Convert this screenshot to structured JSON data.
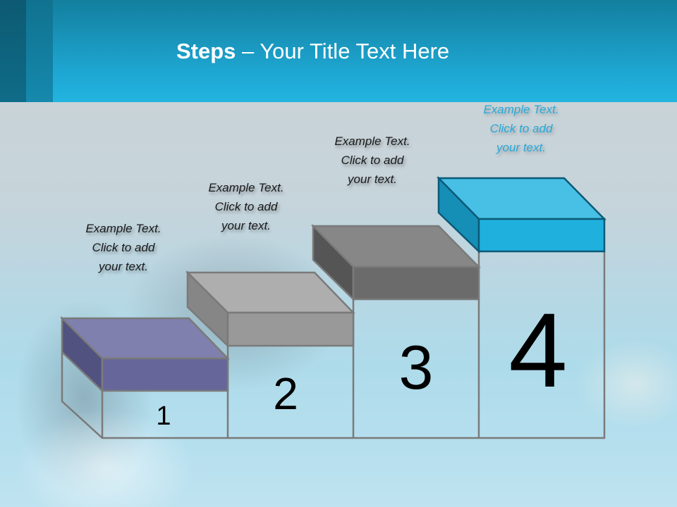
{
  "slide": {
    "title_bold": "Steps",
    "title_rest": " – Your Title Text Here"
  },
  "steps": [
    {
      "number": "1",
      "text_line1": "Example Text.",
      "text_line2": "Click  to add",
      "text_line3": "your text.",
      "color_top": "#8080ae",
      "color_front": "#66669a",
      "color_side": "#525280",
      "text_color": "#1a1a1a"
    },
    {
      "number": "2",
      "text_line1": "Example Text.",
      "text_line2": "Click  to add",
      "text_line3": "your text.",
      "color_top": "#aeaeae",
      "color_front": "#999999",
      "color_side": "#868686",
      "text_color": "#1a1a1a"
    },
    {
      "number": "3",
      "text_line1": "Example Text.",
      "text_line2": "Click  to add",
      "text_line3": "your text.",
      "color_top": "#878787",
      "color_front": "#6b6b6b",
      "color_side": "#555555",
      "text_color": "#1a1a1a"
    },
    {
      "number": "4",
      "text_line1": "Example Text.",
      "text_line2": "Click  to add",
      "text_line3": "your text.",
      "color_top": "#48c0e6",
      "color_front": "#1fb0de",
      "color_side": "#168fb7",
      "text_color": "#2aa9d8"
    }
  ],
  "colors": {
    "header_top": "#137f9e",
    "header_bottom": "#22b4e0",
    "outline_gray": "#7a7a7a",
    "outline_blue": "#0b5a78"
  }
}
